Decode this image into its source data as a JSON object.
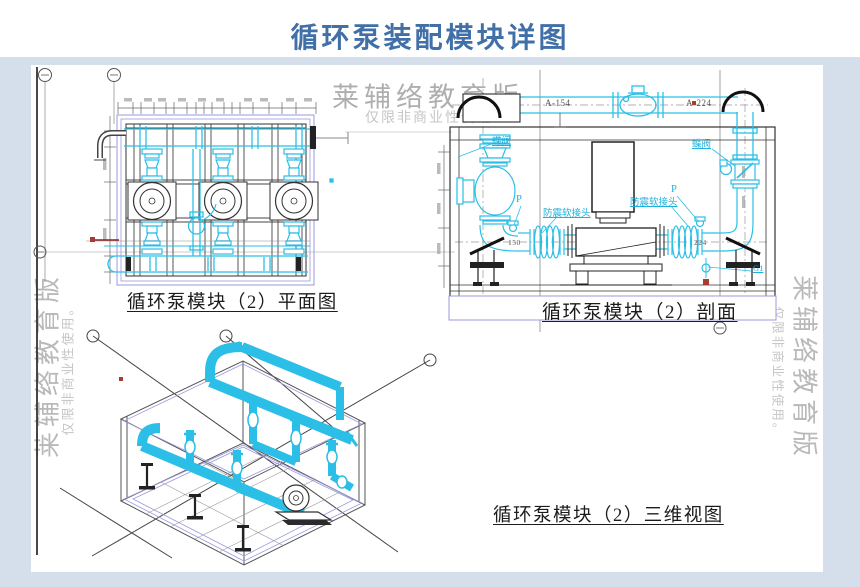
{
  "page": {
    "title": "循环泵装配模块详图"
  },
  "watermark": {
    "brand": "莱辅络教育版",
    "notice": "仅限非商业性使用",
    "notice_vertical": "仅限非商业性使用。"
  },
  "views": {
    "plan": {
      "caption": "循环泵模块（2）平面图"
    },
    "section": {
      "caption": "循环泵模块（2）剖面"
    },
    "iso": {
      "caption": "循环泵模块（2）三维视图"
    }
  },
  "labels": {
    "pipe_top_left": "A-154",
    "pipe_top_right": "A-224",
    "pipe_bottom_left": "150",
    "pipe_bottom_right": "224",
    "butterfly_valve": "蝶阀",
    "flex_joint": "防震软接头",
    "pressure_gauge": "P",
    "drain": "G1"
  },
  "colors": {
    "pipe_cyan": "#2bbfe7",
    "frame_purple": "#9a9ade",
    "title_blue": "#4170a8",
    "accent_red": "#a83b32",
    "page_bg": "#d5dfeb",
    "watermark_gray": "#bcbcbc"
  }
}
